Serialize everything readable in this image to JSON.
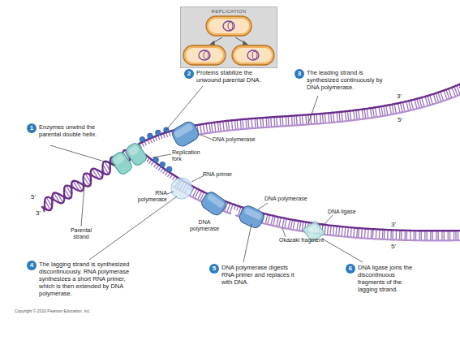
{
  "diagram": {
    "nodes": [
      {
        "text": [
          "REPLICATION"
        ]
      },
      {
        "text": [
          "1",
          "Enzymes unwind the parental double helix."
        ]
      },
      {
        "text": [
          "2",
          "Proteins stabilize the unwound parental DNA."
        ]
      },
      {
        "text": [
          "3",
          "The leading strand is synthesized continuously by DNA polymerase."
        ]
      },
      {
        "text": [
          "4",
          "The lagging strand is synthesized discontinuously. RNA polymerase synthesizes a short RNA primer, which is then extended by DNA polymerase."
        ]
      },
      {
        "text": [
          "5",
          "DNA polymerase digests RNA primer and replaces it with DNA."
        ]
      },
      {
        "text": [
          "6",
          "DNA ligase joins the discontinuous fragments of the lagging strand."
        ]
      }
    ],
    "labels": [
      "DNA polymerase",
      "Replication fork",
      "RNA primer",
      "RNA polymerase",
      "DNA polymerase",
      "DNA polymerase",
      "Okazaki fragment",
      "DNA ligase",
      "Parental strand",
      "5'",
      "3'",
      "3'",
      "5'",
      "3'",
      "5'",
      "Copyright © 2010 Pearson Education, Inc."
    ]
  }
}
